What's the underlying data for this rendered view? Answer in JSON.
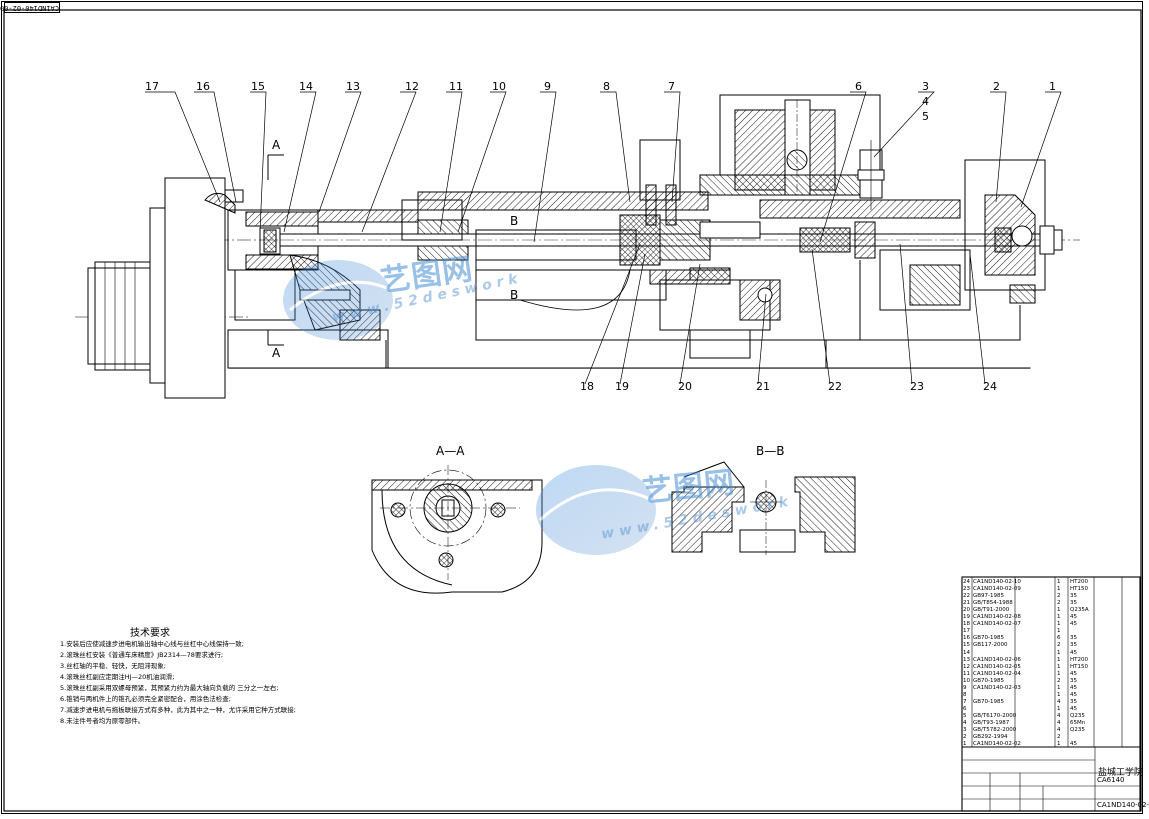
{
  "sheet": {
    "corner_code": "CA1ND140-02-00",
    "section_a_title": "A—A",
    "section_b_title": "B—B",
    "section_marks": [
      "A",
      "A",
      "B",
      "B"
    ]
  },
  "callouts": [
    "1",
    "2",
    "3",
    "4",
    "5",
    "6",
    "7",
    "8",
    "9",
    "10",
    "11",
    "12",
    "13",
    "14",
    "15",
    "16",
    "17",
    "18",
    "19",
    "20",
    "21",
    "22",
    "23",
    "24"
  ],
  "watermark": {
    "text": "艺图网",
    "url": "www.52deswork"
  },
  "notes": {
    "title": "技术要求",
    "lines": [
      "1.安装后应使减速步进电机输出轴中心线与丝杠中心线保持一致;",
      "2.滚珠丝杠安装《普通车床精度》JB2314—78要求进行;",
      "3.丝杠轴的平稳、轻快，无阻滞现象;",
      "4.滚珠丝杠副应定期注HJ—20机油润滑;",
      "5.滚珠丝杠副采用双螺母预紧，其预紧力约为最大轴向负载的  三分之一左右;",
      "6.锥销与两机件上的锥孔必须完全紧密配合，用涂色法检查;",
      "7.减速步进电机与拖板联接方式有多种，此为其中之一种，尤许采用它种方式联接;",
      "8.未注件号者均为原零部件。"
    ]
  },
  "bom": {
    "rows": [
      {
        "no": "24",
        "code": "CA1ND140-02-10",
        "qty": "1",
        "mat": "HT200",
        "note": ""
      },
      {
        "no": "23",
        "code": "CA1ND140-02-09",
        "qty": "1",
        "mat": "HT150",
        "note": ""
      },
      {
        "no": "22",
        "code": "GB97-1985",
        "qty": "2",
        "mat": "35",
        "note": ""
      },
      {
        "no": "21",
        "code": "GB/T854-1988",
        "qty": "2",
        "mat": "35",
        "note": ""
      },
      {
        "no": "20",
        "code": "GB/T91-2000",
        "qty": "1",
        "mat": "Q235A",
        "note": ""
      },
      {
        "no": "19",
        "code": "CA1ND140-02-08",
        "qty": "1",
        "mat": "45",
        "note": ""
      },
      {
        "no": "18",
        "code": "CA1ND140-02-07",
        "qty": "1",
        "mat": "45",
        "note": ""
      },
      {
        "no": "17",
        "code": "",
        "qty": "1",
        "mat": "",
        "note": ""
      },
      {
        "no": "16",
        "code": "GB70-1985",
        "qty": "6",
        "mat": "35",
        "note": ""
      },
      {
        "no": "15",
        "code": "GB117-2000",
        "qty": "2",
        "mat": "35",
        "note": ""
      },
      {
        "no": "14",
        "code": "",
        "qty": "1",
        "mat": "45",
        "note": ""
      },
      {
        "no": "13",
        "code": "CA1ND140-02-06",
        "qty": "1",
        "mat": "HT200",
        "note": ""
      },
      {
        "no": "12",
        "code": "CA1ND140-02-05",
        "qty": "1",
        "mat": "HT150",
        "note": ""
      },
      {
        "no": "11",
        "code": "CA1ND140-02-04",
        "qty": "1",
        "mat": "45",
        "note": ""
      },
      {
        "no": "10",
        "code": "GB70-1985",
        "qty": "2",
        "mat": "35",
        "note": ""
      },
      {
        "no": "9",
        "code": "CA1ND140-02-03",
        "qty": "1",
        "mat": "45",
        "note": ""
      },
      {
        "no": "8",
        "code": "",
        "qty": "1",
        "mat": "45",
        "note": ""
      },
      {
        "no": "7",
        "code": "GB70-1985",
        "qty": "4",
        "mat": "35",
        "note": ""
      },
      {
        "no": "6",
        "code": "",
        "qty": "1",
        "mat": "45",
        "note": ""
      },
      {
        "no": "5",
        "code": "GB/T6170-2000",
        "qty": "4",
        "mat": "Q235",
        "note": ""
      },
      {
        "no": "4",
        "code": "GB/T93-1987",
        "qty": "4",
        "mat": "65Mn",
        "note": ""
      },
      {
        "no": "3",
        "code": "GB/T5782-2000",
        "qty": "4",
        "mat": "Q235",
        "note": ""
      },
      {
        "no": "2",
        "code": "GB292-1994",
        "qty": "2",
        "mat": "",
        "note": ""
      },
      {
        "no": "1",
        "code": "CA1ND140-02-02",
        "qty": "1",
        "mat": "45",
        "note": ""
      }
    ],
    "school": "盐城工学院",
    "drawing_title": "CA6140",
    "drawing_code": "CA1ND140-02-"
  }
}
